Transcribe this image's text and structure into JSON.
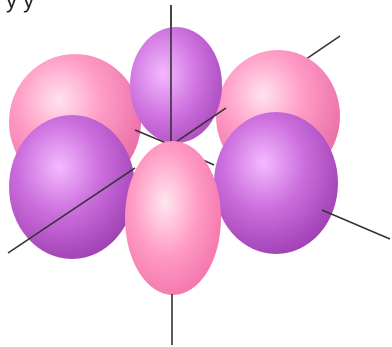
{
  "diagram": {
    "caption_fragment": "y   y",
    "colors": {
      "pink_lobe": "#ff7fb4",
      "pink_highlight": "#ffe3ee",
      "purple_lobe": "#b84fcb",
      "purple_highlight": "#f4b9ff",
      "axis_line": "#333333"
    },
    "lobes": [
      {
        "name": "pink-back-left",
        "phase": "pink"
      },
      {
        "name": "pink-back-right",
        "phase": "pink"
      },
      {
        "name": "purple-top",
        "phase": "purple"
      },
      {
        "name": "purple-front-left",
        "phase": "purple"
      },
      {
        "name": "purple-front-right",
        "phase": "purple"
      },
      {
        "name": "pink-front-bottom",
        "phase": "pink"
      }
    ],
    "axes": [
      "vertical-axis",
      "diagonal-axis-a",
      "diagonal-axis-b"
    ]
  }
}
